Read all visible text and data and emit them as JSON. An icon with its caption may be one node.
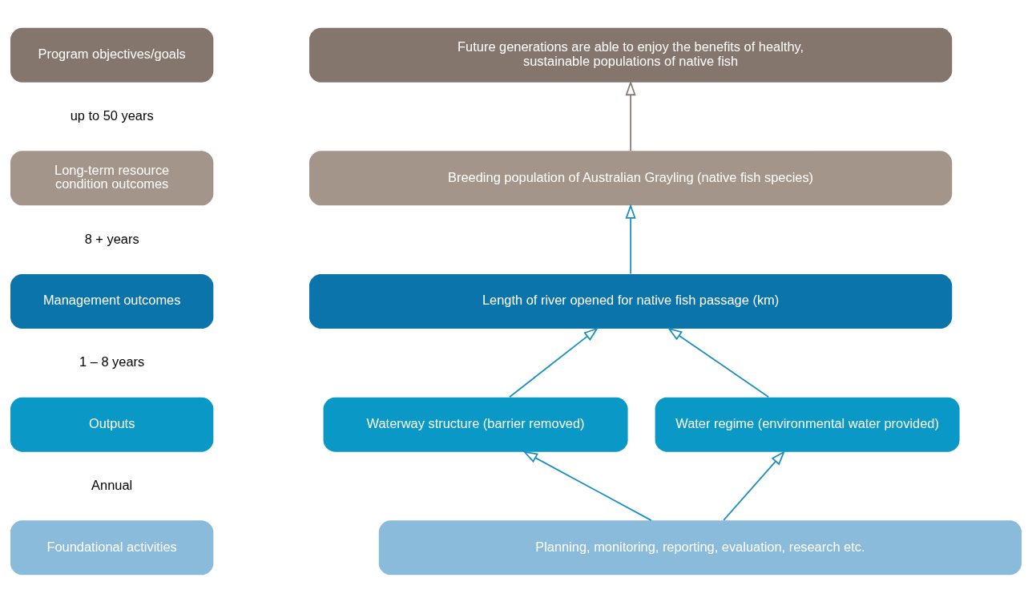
{
  "diagram": {
    "nodes": [
      {
        "text": [
          "Program objectives/goals"
        ],
        "beside": [
          "up to 50 years"
        ]
      },
      {
        "text": [
          "Long-term resource condition outcomes"
        ],
        "beside": [
          "8 + years"
        ]
      },
      {
        "text": [
          "Management outcomes"
        ],
        "beside": [
          "1 – 8 years"
        ]
      },
      {
        "text": [
          "Outputs"
        ],
        "beside": [
          "Annual"
        ]
      },
      {
        "text": [
          "Foundational activities"
        ]
      },
      {
        "text": [
          "Future generations are able to enjoy the benefits of healthy, sustainable populations of native fish"
        ]
      },
      {
        "text": [
          "Breeding population of Australian Grayling (native fish species)"
        ]
      },
      {
        "text": [
          "Length of river opened for native fish passage (km)"
        ]
      },
      {
        "text": [
          "Waterway structure (barrier removed)"
        ]
      },
      {
        "text": [
          "Water regime (environmental water provided)"
        ]
      },
      {
        "text": [
          "Planning, monitoring, reporting, evaluation, research etc."
        ]
      }
    ],
    "edges": [
      {
        "from": 6,
        "to": 5,
        "arrow": "to",
        "color": "#8a7a70"
      },
      {
        "from": 7,
        "to": 6,
        "arrow": "to"
      },
      {
        "from": 8,
        "to": 7,
        "arrow": "to"
      },
      {
        "from": 9,
        "to": 7,
        "arrow": "to"
      },
      {
        "from": 10,
        "to": 8,
        "arrow": "to"
      },
      {
        "from": 10,
        "to": 9,
        "arrow": "to"
      }
    ]
  }
}
